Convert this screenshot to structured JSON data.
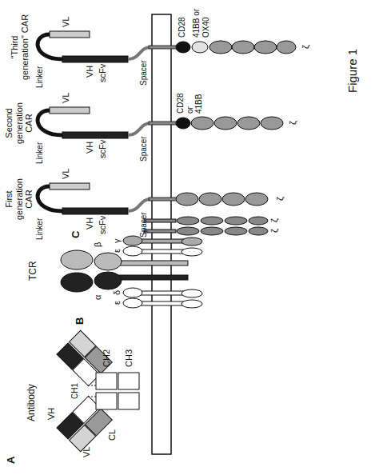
{
  "diagram": {
    "caption": "Figure 1",
    "labels": [
      "A",
      "Antibody",
      "VL",
      "CL",
      "VH",
      "CH1",
      "CH2",
      "CH3",
      "B",
      "TCR",
      "α",
      "β",
      "ε",
      "δ",
      "ε",
      "γ",
      "ζ",
      "ζ",
      "C",
      "First generation CAR",
      "Linker",
      "VH",
      "scFv",
      "VL",
      "Spacer",
      "ζ",
      "Second generation CAR",
      "Linker",
      "VH",
      "scFv",
      "VL",
      "Spacer",
      "CD28 or 41BB",
      "ζ",
      "\"Third generation\" CAR",
      "Linker",
      "VH",
      "scFv",
      "VL",
      "Spacer",
      "CD28",
      "41BB or OX40",
      "ζ"
    ]
  }
}
